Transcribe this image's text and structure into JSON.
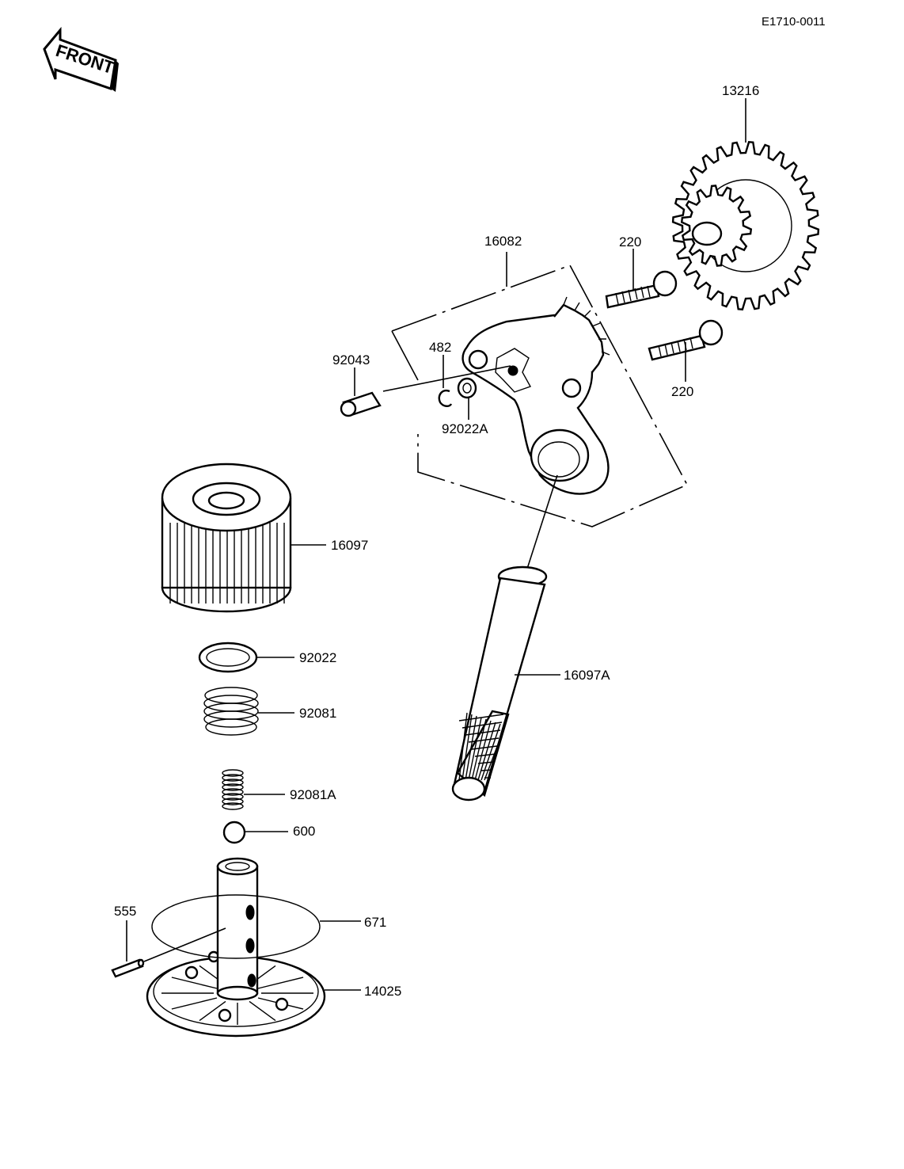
{
  "diagram_code": "E1710-0011",
  "front_label": "FRONT",
  "parts": {
    "gear": "13216",
    "pump_assembly": "16082",
    "bolt_upper": "220",
    "bolt_lower": "220",
    "dowel_pin": "92043",
    "circlip": "482",
    "washer_small": "92022A",
    "oil_filter": "16097",
    "washer": "92022",
    "spring": "92081",
    "spring_small": "92081A",
    "ball": "600",
    "strainer": "16097A",
    "pin": "555",
    "o_ring": "671",
    "cover": "14025"
  }
}
